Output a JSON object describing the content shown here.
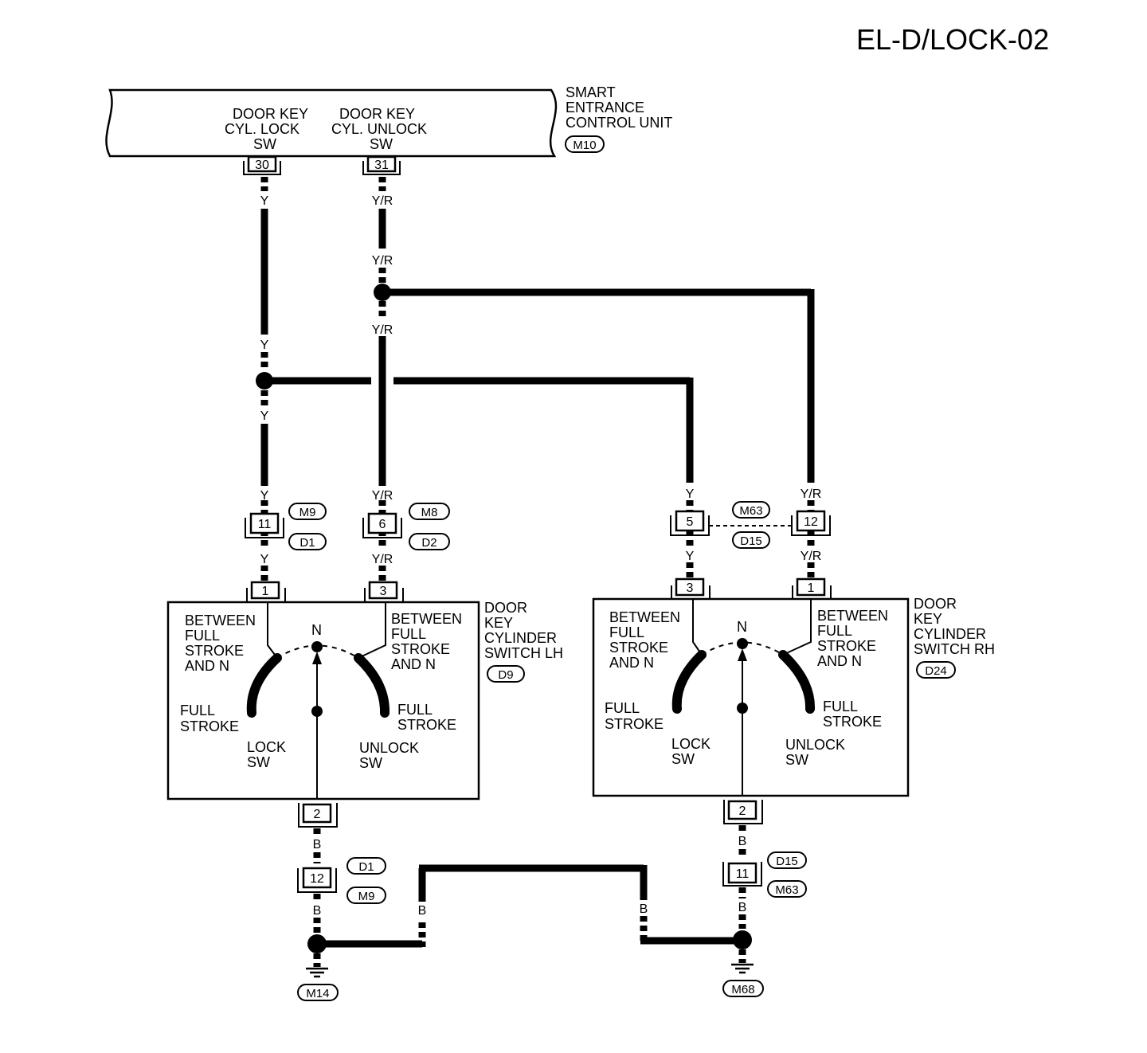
{
  "diagram_id": "EL-D/LOCK-02",
  "control_unit": {
    "name_lines": [
      "SMART",
      "ENTRANCE",
      "CONTROL UNIT"
    ],
    "connector": "M10",
    "lock_sw_lines": [
      "DOOR KEY",
      "CYL. LOCK",
      "SW"
    ],
    "unlock_sw_lines": [
      "DOOR KEY",
      "CYL. UNLOCK",
      "SW"
    ],
    "pin_lock": "30",
    "pin_unlock": "31"
  },
  "wire_colors": {
    "yellow": "Y",
    "yellow_red": "Y/R",
    "black": "B"
  },
  "connectors": {
    "left_y": {
      "pin": "11",
      "upper": "M9",
      "lower": "D1"
    },
    "left_yr": {
      "pin": "6",
      "upper": "M8",
      "lower": "D2"
    },
    "right_y": {
      "pin": "5"
    },
    "right_yr": {
      "pin": "12"
    },
    "right_pair": {
      "upper": "M63",
      "lower": "D15"
    },
    "left_ground": {
      "pin": "12",
      "upper": "D1",
      "lower": "M9"
    },
    "right_ground": {
      "pin": "11",
      "upper": "D15",
      "lower": "M63"
    }
  },
  "switch_lh": {
    "name_lines": [
      "DOOR",
      "KEY",
      "CYLINDER",
      "SWITCH LH"
    ],
    "connector": "D9",
    "pin_left": "1",
    "pin_right": "3",
    "pin_bottom": "2"
  },
  "switch_rh": {
    "name_lines": [
      "DOOR",
      "KEY",
      "CYLINDER",
      "SWITCH RH"
    ],
    "connector": "D24",
    "pin_left": "3",
    "pin_right": "1",
    "pin_bottom": "2"
  },
  "switch_text": {
    "between_lines": [
      "BETWEEN",
      "FULL",
      "STROKE",
      "AND N"
    ],
    "n": "N",
    "full_stroke_lines": [
      "FULL",
      "STROKE"
    ],
    "lock_lines": [
      "LOCK",
      "SW"
    ],
    "unlock_lines": [
      "UNLOCK",
      "SW"
    ]
  },
  "grounds": {
    "left": "M14",
    "right": "M68"
  }
}
